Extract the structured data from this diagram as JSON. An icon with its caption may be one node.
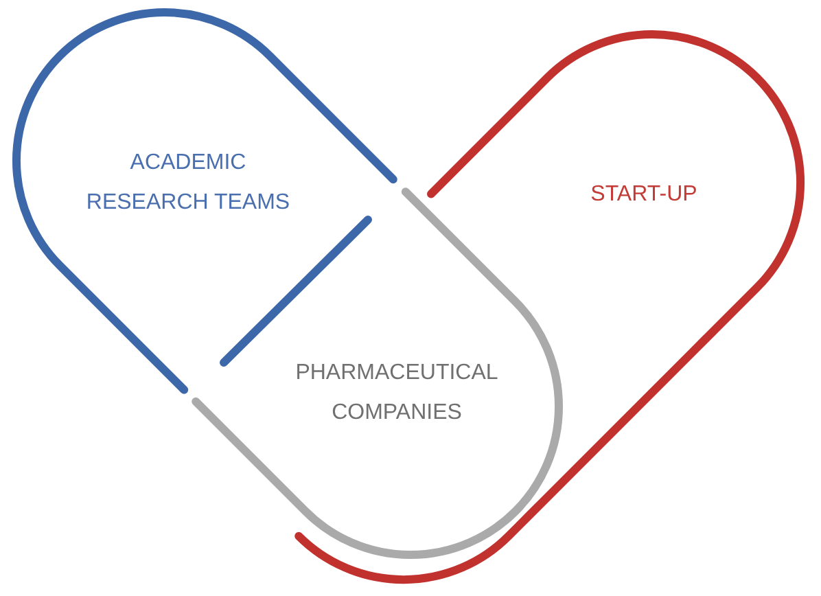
{
  "diagram": {
    "nodes": [
      {
        "text": [
          "ACADEMIC RESEARCH TEAMS"
        ]
      },
      {
        "text": [
          "START-UP"
        ]
      },
      {
        "text": [
          "PHARMACEUTICAL COMPANIES"
        ]
      }
    ]
  }
}
